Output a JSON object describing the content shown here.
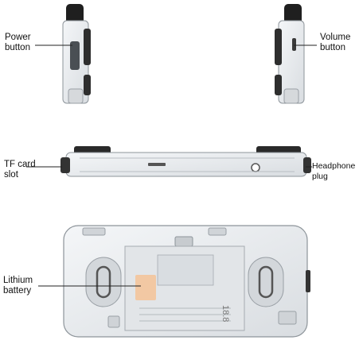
{
  "labels": {
    "power": "Power\nbutton",
    "volume": "Volume\nbutton",
    "tf_card": "TF card\nslot",
    "headphone": "Headphone\nplug",
    "battery": "Lithium\nbattery"
  },
  "battery_marking": "18.8",
  "colors": {
    "shell": "#e9ecef",
    "shell_edge": "#9aa0a6",
    "dark_part": "#2a2a2a",
    "leader_line": "#222222",
    "battery_pad": "#f2c8a3"
  }
}
